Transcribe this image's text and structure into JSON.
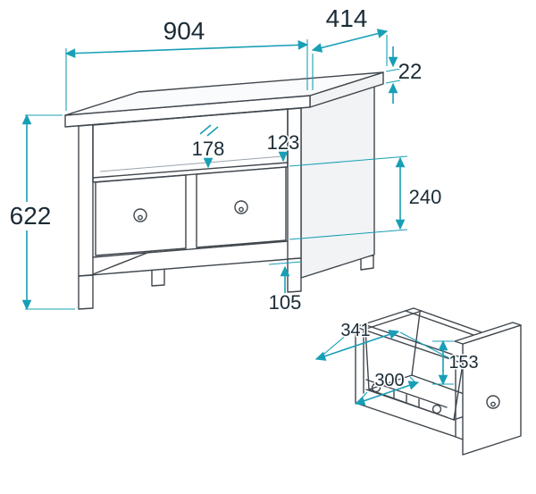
{
  "colors": {
    "dimension_line": "#189fb6",
    "drawing_line": "#3f464d",
    "label_text": "#1b2b36",
    "background": "#ffffff"
  },
  "cabinet": {
    "width": "904",
    "depth": "414",
    "top_thickness": "22",
    "height": "622",
    "shelf_opening_front": "178",
    "shelf_opening_back": "123",
    "drawer_height": "240",
    "base_clearance": "105"
  },
  "drawer": {
    "depth": "341",
    "inner_width": "300",
    "inner_height": "153"
  }
}
